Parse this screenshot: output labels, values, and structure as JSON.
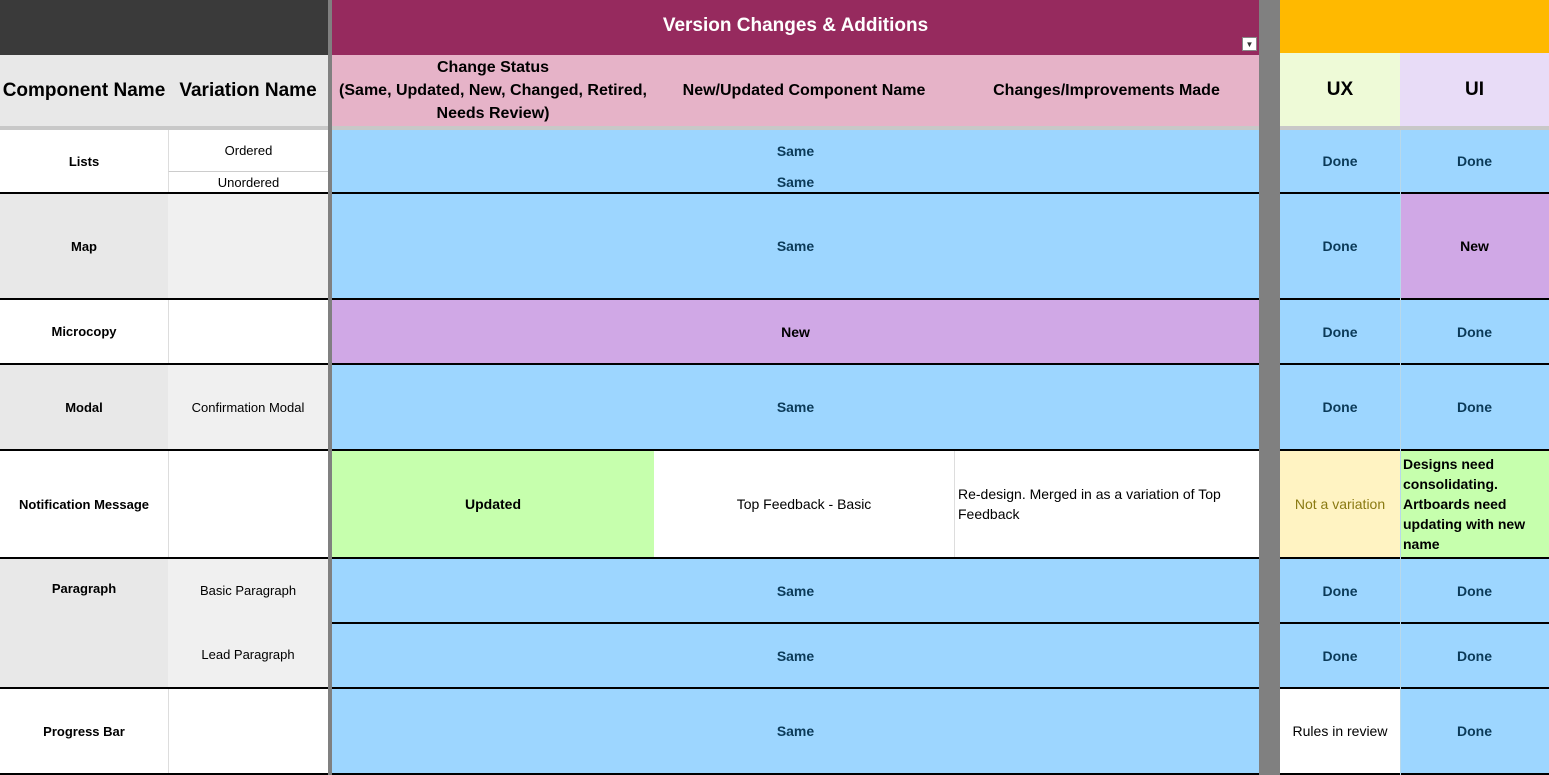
{
  "colors": {
    "header_dark": "#3a3a3a",
    "header_magenta": "#962a5e",
    "header_pink": "#e6b3c8",
    "header_orange": "#ffb900",
    "ux_header": "#eefad7",
    "ui_header": "#e8dcf7",
    "same_blue": "#9dd6ff",
    "new_purple": "#d0a8e6",
    "updated_green": "#c6ffad",
    "not_variation_yellow": "#fff3c2",
    "row_gray": "#e8e8e8",
    "divider_gray": "#808080"
  },
  "header": {
    "title": "Version Changes & Additions",
    "columns": {
      "component_name": "Component Name",
      "variation_name": "Variation Name",
      "change_status_line1": "Change Status",
      "change_status_line2": "(Same, Updated, New, Changed, Retired,",
      "change_status_line3": "Needs Review)",
      "new_updated_name": "New/Updated Component Name",
      "changes_made": "Changes/Improvements Made",
      "ux": "UX",
      "ui": "UI"
    },
    "filter_icon": "dropdown-arrow-icon"
  },
  "rows": {
    "lists": {
      "component": "Lists",
      "var1": "Ordered",
      "var2": "Unordered",
      "status1": "Same",
      "status2": "Same",
      "ux": "Done",
      "ui": "Done"
    },
    "map": {
      "component": "Map",
      "status": "Same",
      "ux": "Done",
      "ui": "New"
    },
    "microcopy": {
      "component": "Microcopy",
      "status": "New",
      "ux": "Done",
      "ui": "Done"
    },
    "modal": {
      "component": "Modal",
      "variation": "Confirmation Modal",
      "status": "Same",
      "ux": "Done",
      "ui": "Done"
    },
    "notification": {
      "component": "Notification Message",
      "status": "Updated",
      "new_name": "Top Feedback - Basic",
      "changes": "Re-design. Merged in as a variation of Top Feedback",
      "ux": "Not a variation",
      "ui": "Designs need consolidating. Artboards need updating with new name"
    },
    "paragraph": {
      "component": "Paragraph",
      "var1": "Basic Paragraph",
      "var2": "Lead Paragraph",
      "status1": "Same",
      "status2": "Same",
      "ux1": "Done",
      "ui1": "Done",
      "ux2": "Done",
      "ui2": "Done"
    },
    "progress": {
      "component": "Progress Bar",
      "status": "Same",
      "ux": "Rules in review",
      "ui": "Done"
    }
  }
}
